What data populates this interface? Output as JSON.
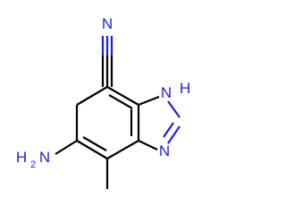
{
  "molecule": {
    "atoms": {
      "nitrile_n": "N",
      "imidazole_nh_h": "H",
      "imidazole_nh_n": "N",
      "imidazole_n": "N",
      "amine_h": "H",
      "amine_sub": "2",
      "amine_n": "N"
    },
    "colors": {
      "bond": "#000000",
      "nitrogen": "#1f1fdc"
    }
  }
}
